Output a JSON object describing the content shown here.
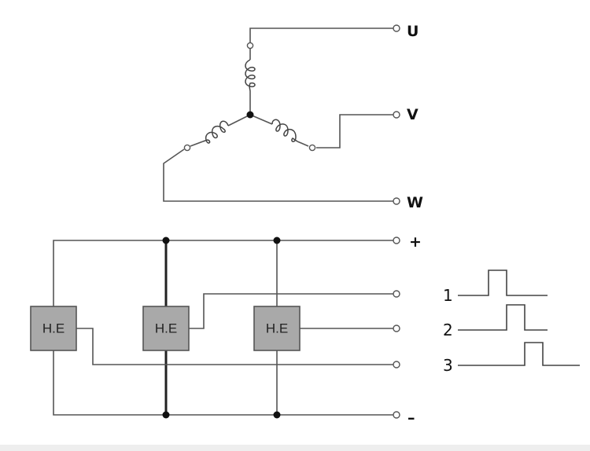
{
  "motor_terminals": {
    "u": "U",
    "v": "V",
    "w": "W"
  },
  "supply": {
    "positive": "+",
    "negative": "–"
  },
  "sensors": [
    {
      "label": "H.E"
    },
    {
      "label": "H.E"
    },
    {
      "label": "H.E"
    }
  ],
  "signals": [
    {
      "label": "1"
    },
    {
      "label": "2"
    },
    {
      "label": "3"
    }
  ]
}
